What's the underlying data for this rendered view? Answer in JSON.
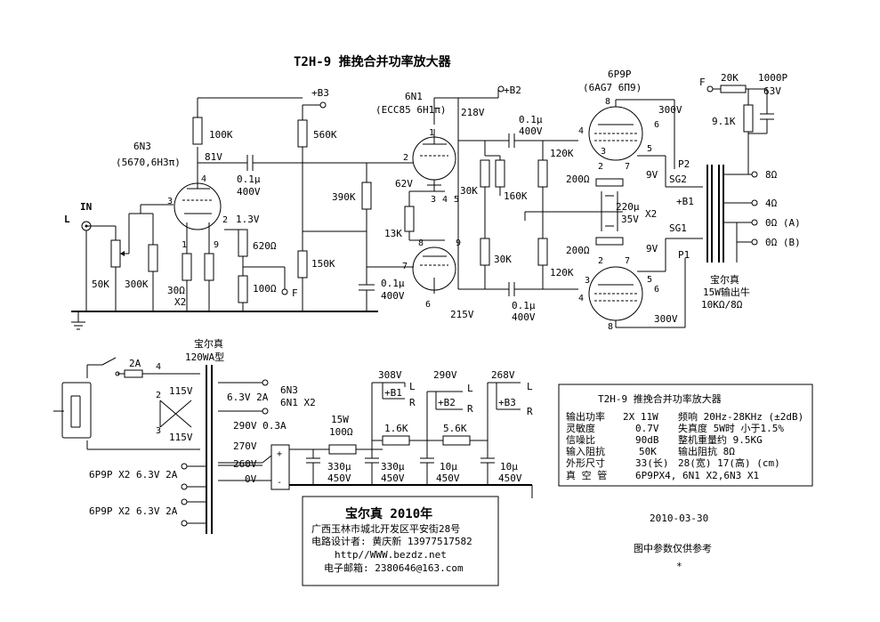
{
  "title": "T2H-9  推挽合并功率放大器",
  "tubes": {
    "v1": {
      "name": "6N3",
      "alt": "(5670,6H3π)"
    },
    "v2": {
      "name": "6N1",
      "alt": "(ECC85 6H1π)"
    },
    "v3": {
      "name": "6P9P",
      "alt": "(6AG7 6Π9)"
    }
  },
  "input": {
    "channel": "L",
    "in": "IN"
  },
  "supply_labels": {
    "b1": "+B1",
    "b2": "+B2",
    "b3": "+B3",
    "f": "F"
  },
  "voltages": {
    "v81": "81V",
    "v13": "1.3V",
    "v218": "218V",
    "v62": "62V",
    "v215": "215V",
    "v300a": "300V",
    "v300b": "300V",
    "v9a": "9V",
    "v9b": "9V",
    "v35": "35V"
  },
  "components": {
    "r100k": "100K",
    "r560k": "560K",
    "c01a": "0.1μ",
    "c400a": "400V",
    "r390k": "390K",
    "r150k": "150K",
    "r50k": "50K",
    "r300k": "300K",
    "r30": "30Ω",
    "x2a": "X2",
    "r620": "620Ω",
    "r100": "100Ω",
    "c01b": "0.1μ",
    "c400b": "400V",
    "r13k": "13K",
    "r30ka": "30K",
    "r160k": "160K",
    "r30kb": "30K",
    "c01c": "0.1μ",
    "c400c": "400V",
    "c01d": "0.1μ",
    "c400d": "400V",
    "r120ka": "120K",
    "r120kb": "120K",
    "r200a": "200Ω",
    "r200b": "200Ω",
    "c220": "220μ",
    "x2b": "X2",
    "r20k": "20K",
    "c1000p": "1000P",
    "c63v": "63V",
    "r91k": "9.1K"
  },
  "output_transformer": {
    "p1": "P1",
    "p2": "P2",
    "sg1": "SG1",
    "sg2": "SG2",
    "b1": "+B1",
    "taps": [
      "8Ω",
      "4Ω",
      "0Ω (A)",
      "0Ω (B)"
    ],
    "name": "宝尔真",
    "rating": "15W输出牛",
    "impedance": "10KΩ/8Ω"
  },
  "power_transformer": {
    "name": "宝尔真",
    "rating": "120WA型",
    "fuse": "2A",
    "primary": [
      "115V",
      "115V"
    ],
    "pins": [
      "4",
      "2",
      "3"
    ],
    "sec_63": "6.3V 2A",
    "sec_63_tube": "6N3",
    "sec_63_tube2": "6N1 X2",
    "sec_290": "290V 0.3A",
    "sec_270": "270V",
    "sec_260": "260V",
    "sec_0": "0V",
    "heater_a": "6P9P X2 6.3V 2A",
    "heater_b": "6P9P X2 6.3V 2A"
  },
  "psu": {
    "r15w": "15W",
    "r100": "100Ω",
    "r16k": "1.6K",
    "r56k": "5.6K",
    "v308": "308V",
    "v290": "290V",
    "v268": "268V",
    "caps": [
      "330μ",
      "330μ",
      "10μ",
      "10μ"
    ],
    "cv": "450V",
    "l": "L",
    "r": "R"
  },
  "specs": {
    "title": "T2H-9  推挽合并功率放大器",
    "rows": [
      [
        "输出功率",
        "2X 11W",
        "频响 20Hz-28KHz (±2dB)"
      ],
      [
        "灵敏度",
        "0.7V",
        "失真度  5W时 小于1.5%"
      ],
      [
        "信噪比",
        "90dB",
        "整机重量约 9.5KG"
      ],
      [
        "输入阻抗",
        "50K",
        "输出阻抗      8Ω"
      ],
      [
        "外形尺寸",
        "33(长)",
        "28(宽) 17(高) (cm)"
      ],
      [
        "真 空 管",
        "6P9PX4, 6N1 X2,6N3 X1",
        ""
      ]
    ]
  },
  "footer": {
    "brand": "宝尔真 2010年",
    "address": "广西玉林市城北开发区平安街28号",
    "designer": "电路设计者: 黄庆新  13977517582",
    "url": "http//WWW.bezdz.net",
    "email": "电子邮箱: 2380646@163.com"
  },
  "date": "2010-03-30",
  "note": "图中参数仅供参考",
  "asterisk": "*"
}
